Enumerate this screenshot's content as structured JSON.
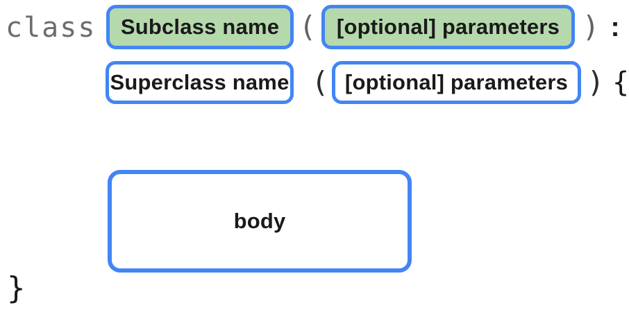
{
  "syntax_diagram": {
    "line1": {
      "keyword": "class",
      "subclass_label": "Subclass name",
      "open_paren": "(",
      "params_label": "[optional] parameters",
      "close_paren": ")",
      "colon": ":"
    },
    "line2": {
      "superclass_label": "Superclass name",
      "open_paren": "(",
      "params_label": "[optional] parameters",
      "close_paren": ")",
      "open_brace": "{"
    },
    "body_label": "body",
    "close_brace": "}"
  },
  "colors": {
    "box_border": "#4285F4",
    "highlight_fill": "#B5D8AC",
    "plain_fill": "#FFFFFF",
    "keyword_text": "#6D6D6D",
    "punct_gray": "#5F6368",
    "punct_dark": "#2B2B2B",
    "label_text": "#1A1A1A"
  }
}
